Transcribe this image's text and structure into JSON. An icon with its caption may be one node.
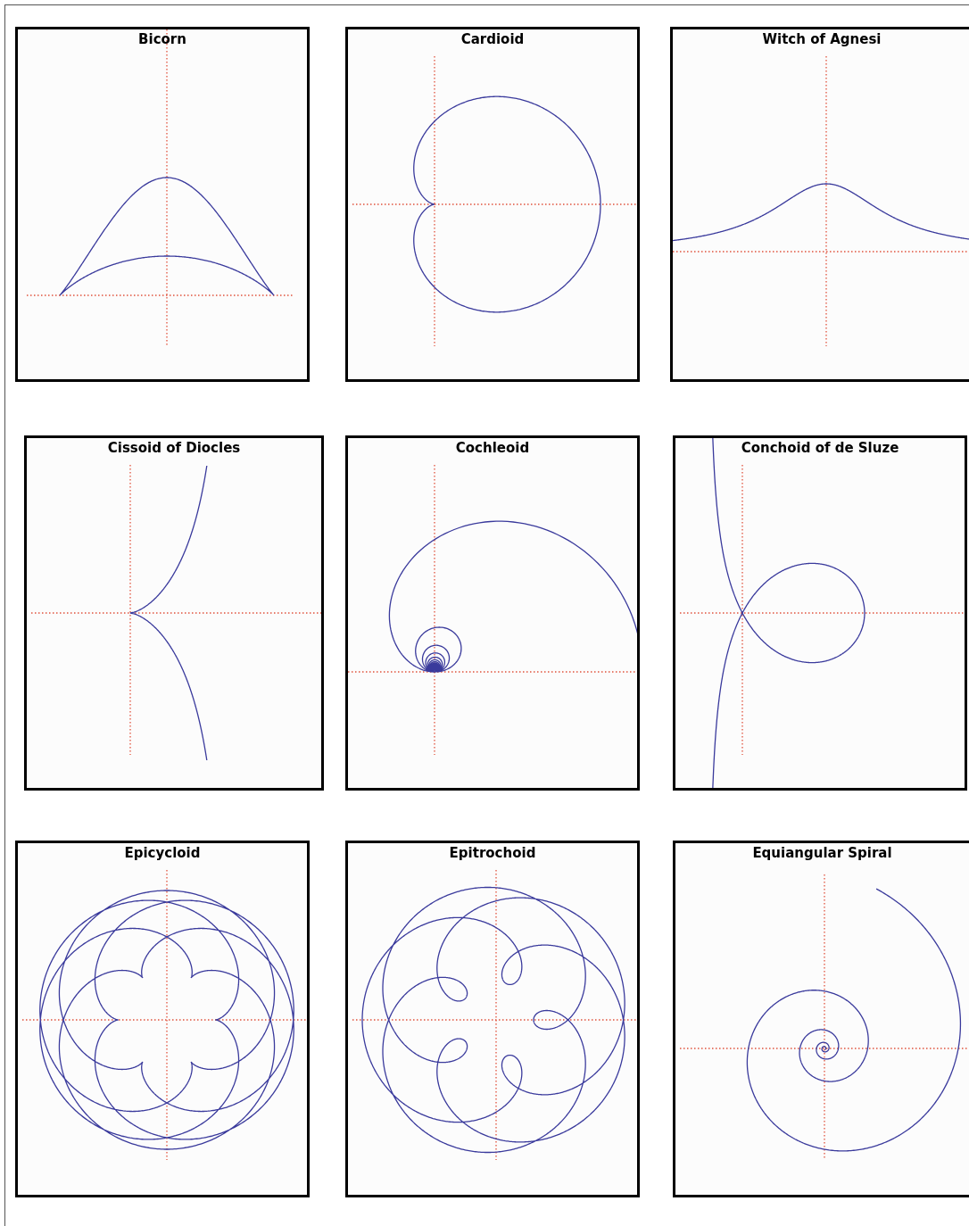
{
  "diagram": {
    "nodes": [
      {
        "text": [
          "Bicorn"
        ]
      },
      {
        "text": [
          "Cardioid"
        ]
      },
      {
        "text": [
          "Witch of Agnesi"
        ]
      },
      {
        "text": [
          "Cissoid of Diocles"
        ]
      },
      {
        "text": [
          "Cochleoid"
        ]
      },
      {
        "text": [
          "Conchoid of de Sluze"
        ]
      },
      {
        "text": [
          "Epicycloid"
        ]
      },
      {
        "text": [
          "Epitrochoid"
        ]
      },
      {
        "text": [
          "Equiangular Spiral"
        ]
      }
    ]
  }
}
